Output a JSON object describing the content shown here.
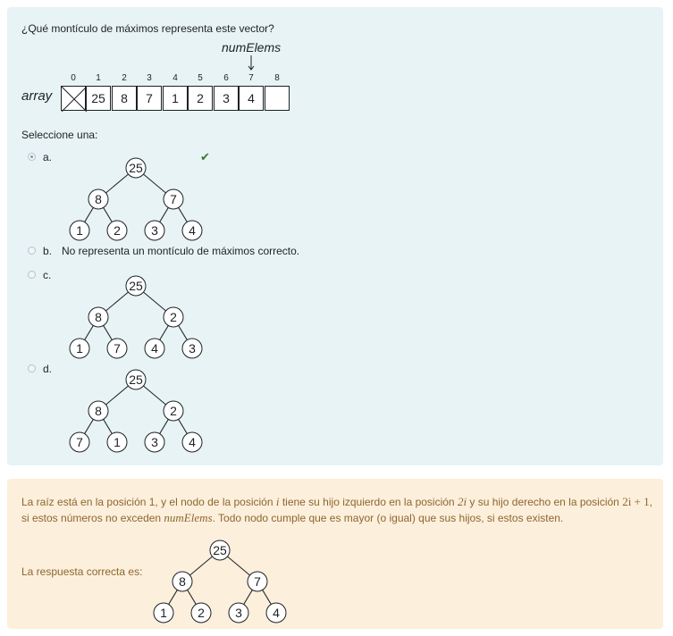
{
  "question": {
    "text": "¿Qué montículo de máximos representa este vector?",
    "pointer_label": "numElems",
    "array_label": "array",
    "indices": [
      "0",
      "1",
      "2",
      "3",
      "4",
      "5",
      "6",
      "7",
      "8"
    ],
    "values": [
      "",
      "25",
      "8",
      "7",
      "1",
      "2",
      "3",
      "4",
      ""
    ],
    "select_prompt": "Seleccione una:"
  },
  "options": [
    {
      "letter": "a.",
      "selected": true,
      "correct": true,
      "tree": [
        "25",
        "8",
        "7",
        "1",
        "2",
        "3",
        "4"
      ]
    },
    {
      "letter": "b.",
      "selected": false,
      "text": "No representa un montículo de máximos correcto."
    },
    {
      "letter": "c.",
      "selected": false,
      "tree": [
        "25",
        "8",
        "2",
        "1",
        "7",
        "4",
        "3"
      ]
    },
    {
      "letter": "d.",
      "selected": false,
      "tree": [
        "25",
        "8",
        "2",
        "7",
        "1",
        "3",
        "4"
      ]
    }
  ],
  "feedback": {
    "p1": "La raíz está en la posición 1, y el nodo de la posición ",
    "m1": "i",
    "p2": " tiene su hijo izquierdo en la posición ",
    "m2": "2i",
    "p3": " y su hijo derecho en la posición ",
    "m3": "2i + 1",
    "p4": ", si estos números no exceden ",
    "m4": "numElems",
    "p5": ". Todo nodo cumple que es mayor (o igual) que sus hijos, si estos existen.",
    "answer_label": "La respuesta correcta es:",
    "answer_tree": [
      "25",
      "8",
      "7",
      "1",
      "2",
      "3",
      "4"
    ]
  },
  "colors": {
    "question_bg": "#e7f3f5",
    "feedback_bg": "#fcefdc",
    "feedback_text": "#8e662e",
    "check": "#357a32"
  }
}
